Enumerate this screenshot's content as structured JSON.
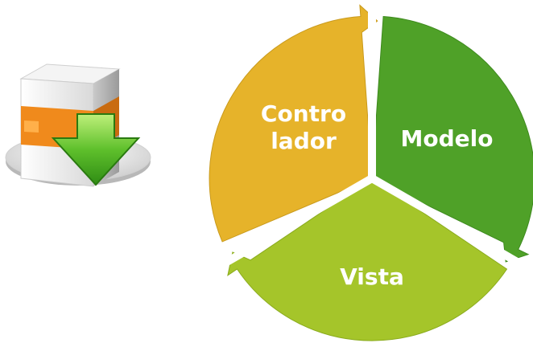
{
  "diagram": {
    "segments": [
      {
        "id": "controlador",
        "lines": [
          "Contro",
          "lador"
        ],
        "color": "#e6b32a",
        "color_dark": "#c99a1c"
      },
      {
        "id": "modelo",
        "lines": [
          "Modelo"
        ],
        "color": "#4fa128",
        "color_dark": "#3e8a1e"
      },
      {
        "id": "vista",
        "lines": [
          "Vista"
        ],
        "color": "#a5c52a",
        "color_dark": "#8aab1d"
      }
    ]
  },
  "icon": {
    "name": "software-box-download-icon"
  }
}
